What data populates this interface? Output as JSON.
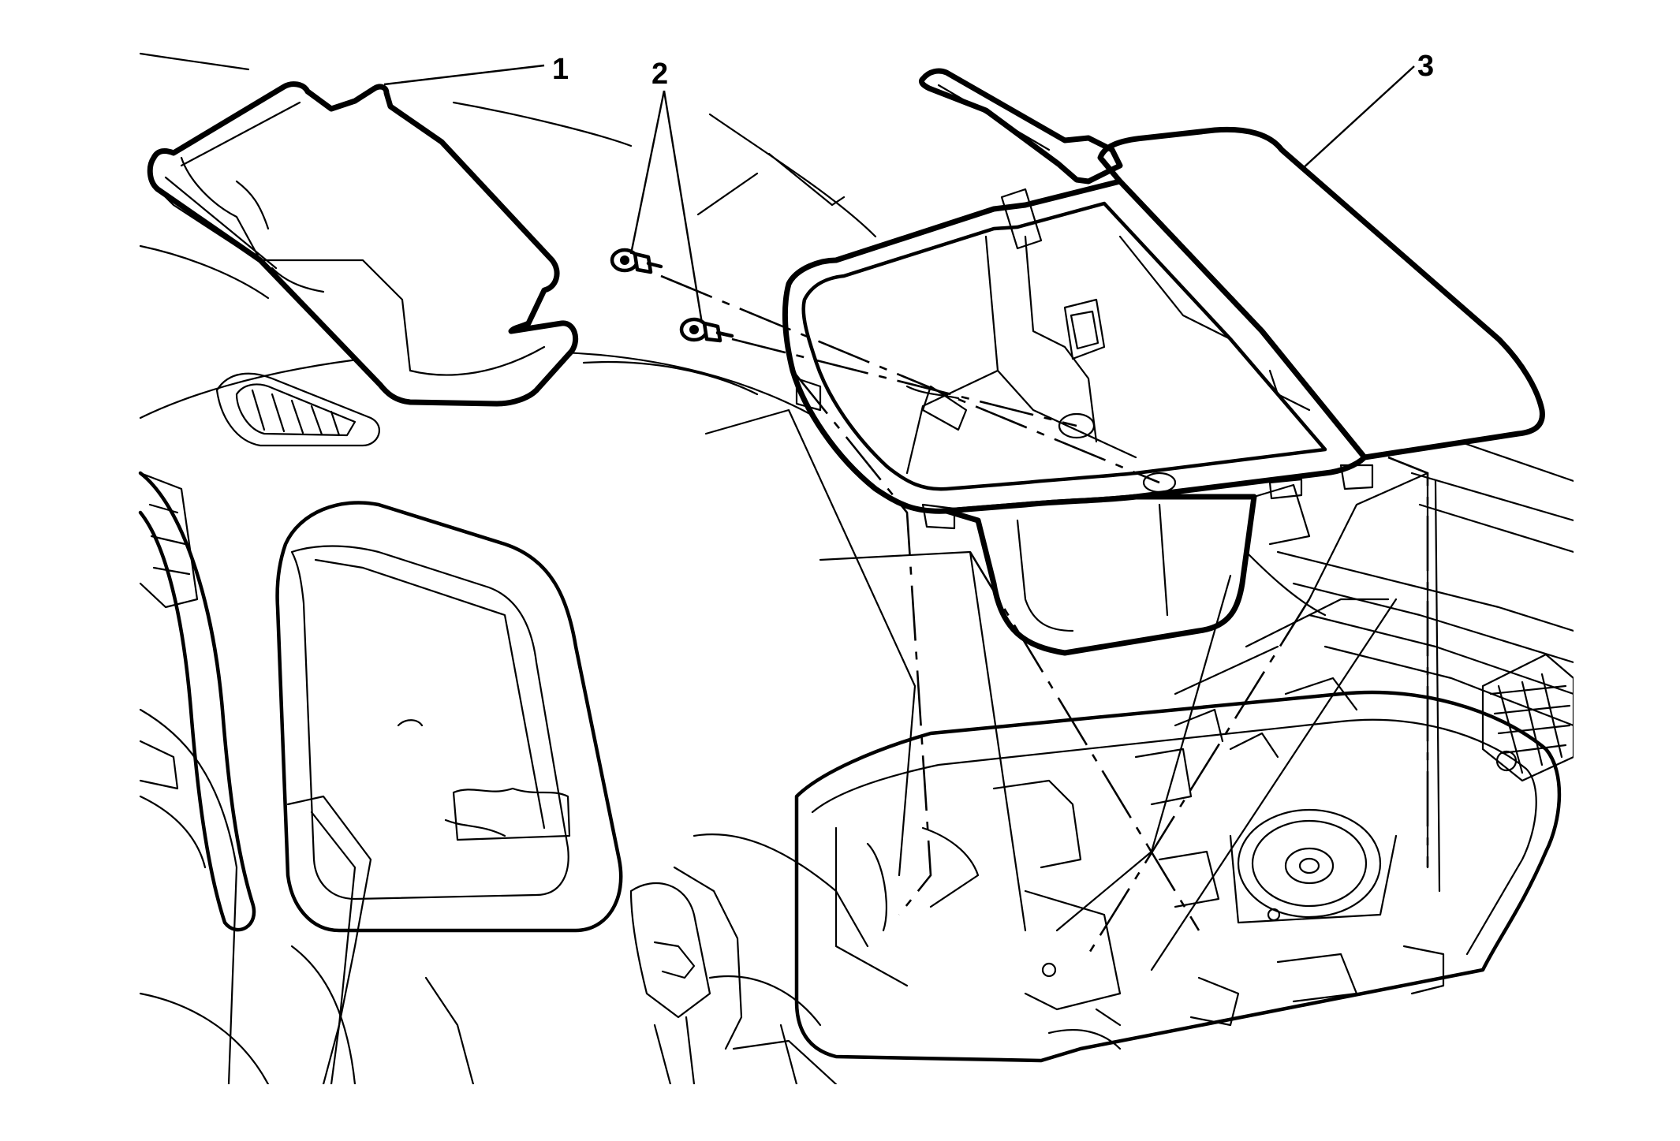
{
  "diagram": {
    "callouts": [
      {
        "label": "1",
        "icon": "dash-trim-cover-icon"
      },
      {
        "label": "2",
        "icon": "bolt-icon"
      },
      {
        "label": "3",
        "icon": "upper-storage-compartment-icon"
      }
    ],
    "colors": {
      "line": "#000000",
      "background": "#ffffff",
      "mesh": "#7a7a7a"
    }
  }
}
